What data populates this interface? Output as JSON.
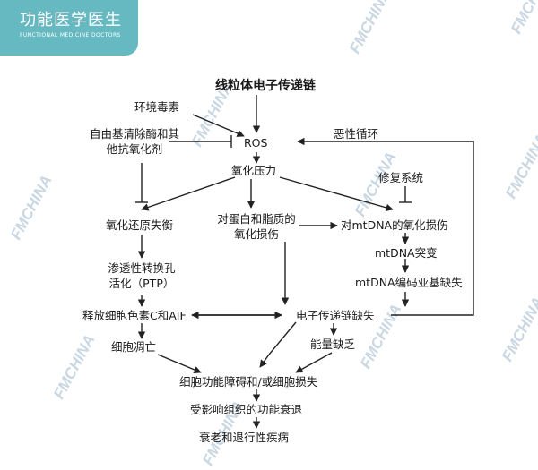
{
  "logo": {
    "cn": "功能医学医生",
    "en": "FUNCTIONAL MEDICINE DOCTORS"
  },
  "watermark": "FMCHINA",
  "diagram": {
    "title": "线粒体电子传递链",
    "nodes": {
      "env_toxins": "环境毒素",
      "antioxidants_1": "自由基清除酶和其",
      "antioxidants_2": "他抗氧化剂",
      "ros": "ROS",
      "vicious_cycle": "恶性循环",
      "oxidative_stress": "氧化压力",
      "repair_system": "修复系统",
      "redox_imbalance": "氧化还原失衡",
      "protein_lipid_1": "对蛋白和脂质的",
      "protein_lipid_2": "氧化损伤",
      "mtdna_oxidation": "对mtDNA的氧化损伤",
      "mtdna_mutation": "mtDNA突变",
      "ptp_1": "渗透性转换孔",
      "ptp_2": "活化（PTP）",
      "mtdna_subunit": "mtDNA编码亚基缺失",
      "cytc_aif": "释放细胞色素C和AIF",
      "etc_defect": "电子传递链缺失",
      "apoptosis": "细胞凋亡",
      "energy_deficit": "能量缺乏",
      "cell_dysfunction": "细胞功能障碍和/或细胞损失",
      "tissue_decline": "受影响组织的功能衰退",
      "aging_disease": "衰老和退行性疾病"
    }
  }
}
